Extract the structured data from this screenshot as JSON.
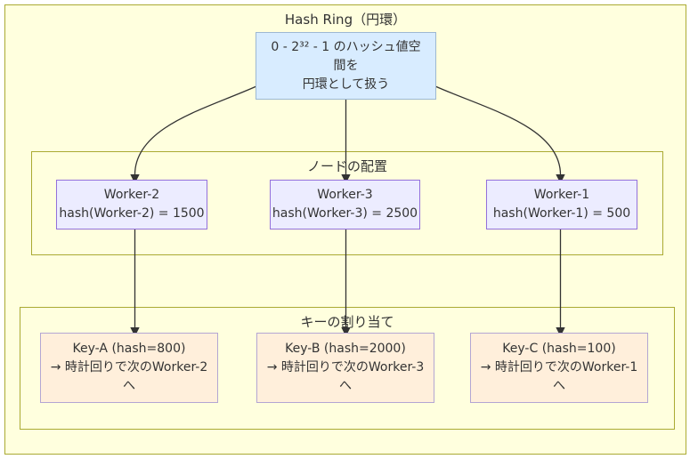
{
  "diagram": {
    "title": "Hash Ring（円環）",
    "hash_space": {
      "text": "0 - 2³² - 1 のハッシュ値空\n間を\n円環として扱う"
    },
    "clusters": {
      "nodes": {
        "label": "ノードの配置"
      },
      "keys": {
        "label": "キーの割り当て"
      }
    },
    "workers": [
      {
        "name": "Worker-2",
        "text": "Worker-2\nhash(Worker-2) = 1500"
      },
      {
        "name": "Worker-3",
        "text": "Worker-3\nhash(Worker-3) = 2500"
      },
      {
        "name": "Worker-1",
        "text": "Worker-1\nhash(Worker-1) = 500"
      }
    ],
    "keys": [
      {
        "name": "Key-A",
        "text": "Key-A (hash=800)\n→ 時計回りで次のWorker-2\nへ"
      },
      {
        "name": "Key-B",
        "text": "Key-B (hash=2000)\n→ 時計回りで次のWorker-3\nへ"
      },
      {
        "name": "Key-C",
        "text": "Key-C (hash=100)\n→ 時計回りで次のWorker-1\nへ"
      }
    ],
    "colors": {
      "container_fill": "#ffffde",
      "container_border": "#aaaa33",
      "hash_space_fill": "#d8ecff",
      "hash_space_border": "#9db8d2",
      "worker_fill": "#ececff",
      "worker_border": "#9370db",
      "key_fill": "#ffefdb",
      "key_border": "#b3a6d3",
      "edge": "#333333",
      "text": "#333333"
    }
  }
}
